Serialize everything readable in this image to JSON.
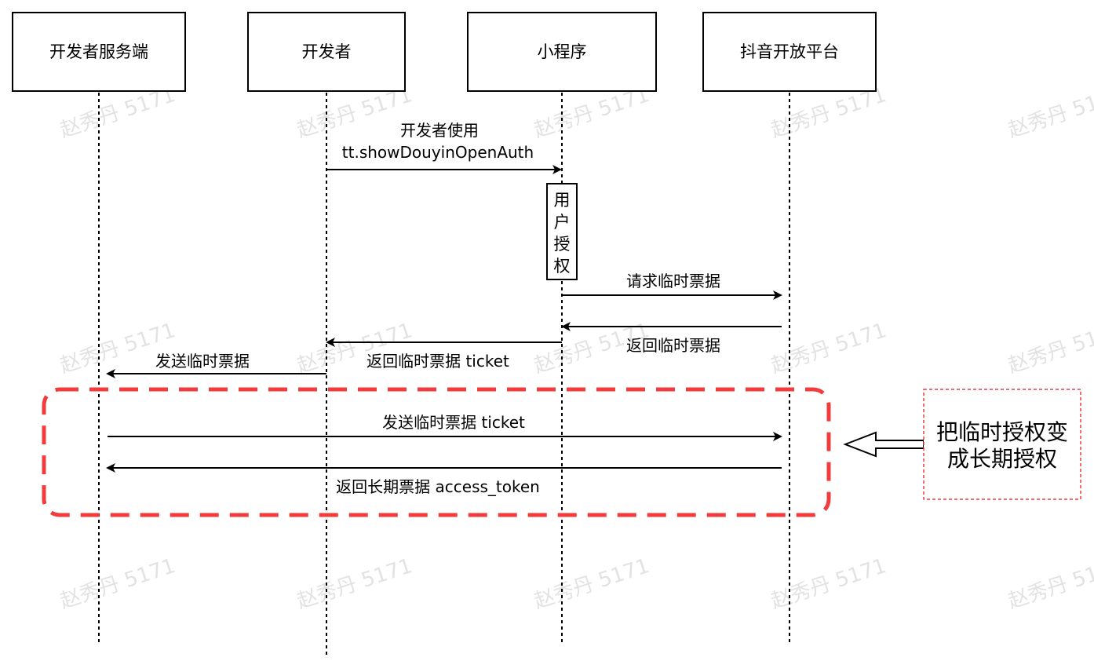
{
  "lifelines": [
    {
      "id": "server",
      "label": "开发者服务端"
    },
    {
      "id": "developer",
      "label": "开发者"
    },
    {
      "id": "miniapp",
      "label": "小程序"
    },
    {
      "id": "platform",
      "label": "抖音开放平台"
    }
  ],
  "activation": {
    "label_chars": [
      "用",
      "户",
      "授",
      "权"
    ]
  },
  "messages": [
    {
      "id": "invoke-auth",
      "from": "developer",
      "to": "miniapp",
      "label_lines": [
        "开发者使用",
        "tt.showDouyinOpenAuth"
      ]
    },
    {
      "id": "request-temp-ticket",
      "from": "miniapp",
      "to": "platform",
      "label_lines": [
        "请求临时票据"
      ]
    },
    {
      "id": "return-temp-ticket",
      "from": "platform",
      "to": "miniapp",
      "label_lines": [
        "返回临时票据"
      ]
    },
    {
      "id": "return-ticket-to-dev",
      "from": "miniapp",
      "to": "developer",
      "label_lines": [
        "返回临时票据 ticket"
      ]
    },
    {
      "id": "send-temp-ticket-to-server",
      "from": "developer",
      "to": "server",
      "label_lines": [
        "发送临时票据"
      ]
    },
    {
      "id": "send-ticket-to-platform",
      "from": "server",
      "to": "platform",
      "label_lines": [
        "发送临时票据 ticket"
      ]
    },
    {
      "id": "return-access-token",
      "from": "platform",
      "to": "server",
      "label_lines": [
        "返回长期票据 access_token"
      ]
    }
  ],
  "note": {
    "lines": [
      "把临时授权变",
      "成长期授权"
    ]
  },
  "watermark": "赵秀丹 5171",
  "colors": {
    "highlight": "#f03c3c",
    "line": "#000000",
    "watermark": "#dedede"
  }
}
